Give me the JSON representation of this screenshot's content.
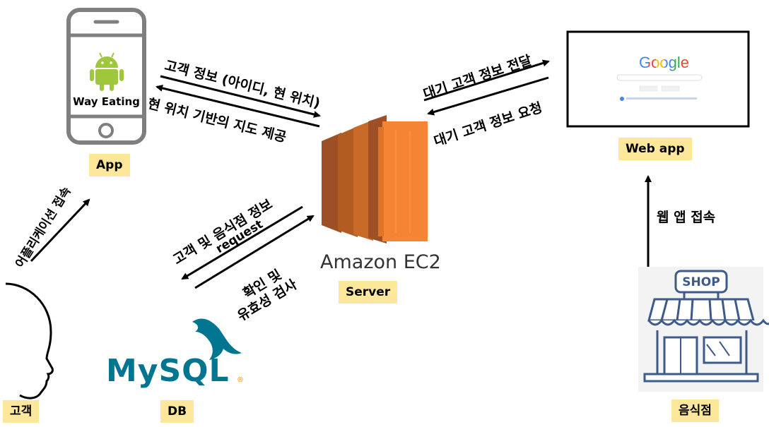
{
  "nodes": {
    "app": {
      "tag": "App",
      "app_name": "Way Eating"
    },
    "customer": {
      "tag": "고객"
    },
    "db": {
      "tag": "DB",
      "logo_text": "MySQL"
    },
    "server": {
      "tag": "Server",
      "caption": "Amazon EC2"
    },
    "webapp": {
      "tag": "Web app",
      "screen_logo": "Google"
    },
    "restaurant": {
      "tag": "음식점",
      "sign": "SHOP"
    }
  },
  "edges": {
    "app_to_server": "고객 정보 (아이디, 현 위치)",
    "server_to_app": "현 위치 기반의 지도 제공",
    "server_to_web": "대기 고객 정보 전달",
    "web_to_server": "대기 고객 정보 요청",
    "customer_to_app": "어플리케이션 접속",
    "server_to_db_1": "고객 및 음식점 정보",
    "server_to_db_2": "request",
    "db_to_server_1": "확인 및",
    "db_to_server_2": "유효성 검사",
    "restaurant_to_web": "웹 앱 접속"
  },
  "colors": {
    "tag_bg": "#fde79a",
    "ec2_orange": "#f58534",
    "ec2_dark": "#9d5025",
    "android_green": "#9fc73b",
    "mysql_blue": "#00758f",
    "mysql_orange": "#f29111",
    "shop_blue": "#3d5a8a"
  }
}
